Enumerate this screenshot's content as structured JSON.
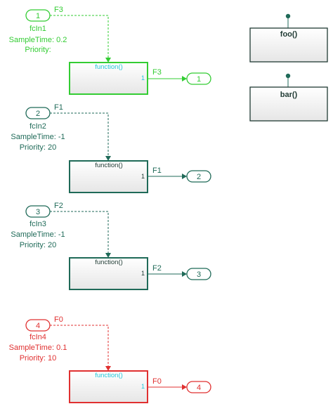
{
  "inports": [
    {
      "number": "1",
      "name": "fcIn1",
      "signal": "F3",
      "sample_time": "SampleTime: 0.2",
      "priority": "Priority:",
      "color": "#33cc33"
    },
    {
      "number": "2",
      "name": "fcIn2",
      "signal": "F1",
      "sample_time": "SampleTime: -1",
      "priority": "Priority: 20",
      "color": "#1f6a58"
    },
    {
      "number": "3",
      "name": "fcIn3",
      "signal": "F2",
      "sample_time": "SampleTime: -1",
      "priority": "Priority: 20",
      "color": "#1f6a58"
    },
    {
      "number": "4",
      "name": "fcIn4",
      "signal": "F0",
      "sample_time": "SampleTime: 0.1",
      "priority": "Priority: 10",
      "color": "#e03030"
    }
  ],
  "subsystems": [
    {
      "title": "function()",
      "port": "1",
      "out_signal": "F3",
      "outport": "1",
      "title_color": "#26c6da",
      "border_color": "#33cc33"
    },
    {
      "title": "function()",
      "port": "1",
      "out_signal": "F1",
      "outport": "2",
      "title_color": "#1f3a33",
      "border_color": "#1f6a58"
    },
    {
      "title": "function()",
      "port": "1",
      "out_signal": "F2",
      "outport": "3",
      "title_color": "#1f3a33",
      "border_color": "#1f6a58"
    },
    {
      "title": "function()",
      "port": "1",
      "out_signal": "F0",
      "outport": "4",
      "title_color": "#26c6da",
      "border_color": "#e03030"
    }
  ],
  "function_blocks": [
    {
      "label": "foo()"
    },
    {
      "label": "bar()"
    }
  ],
  "colors": {
    "trigger_dot": "#1f6a58",
    "block_border": "#1f3a33"
  }
}
